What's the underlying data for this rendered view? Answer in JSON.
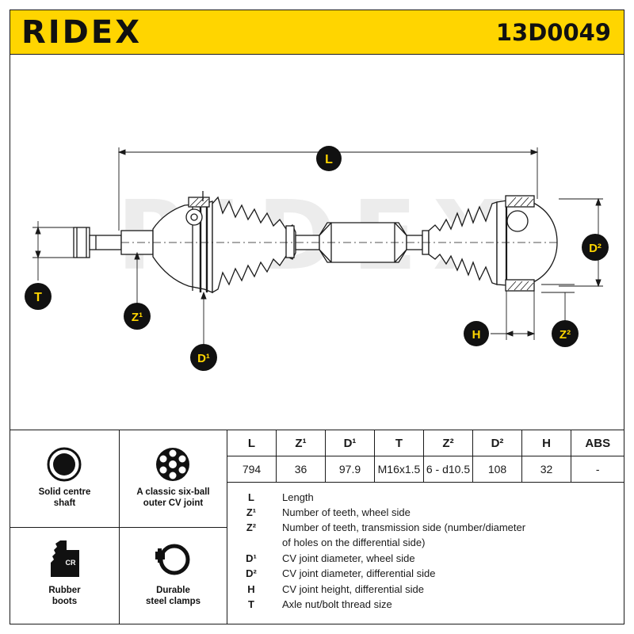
{
  "brand": {
    "logo_text": "RIDEX",
    "part_number": "13D0049",
    "accent_color": "#ffd500"
  },
  "drawing": {
    "watermark": "RIDEX",
    "labels": {
      "L": "L",
      "T": "T",
      "Z1": "Z¹",
      "D1": "D¹",
      "D2": "D²",
      "H": "H",
      "Z2": "Z²"
    }
  },
  "features": [
    {
      "icon": "solid-shaft-icon",
      "label_line1": "Solid centre",
      "label_line2": "shaft"
    },
    {
      "icon": "six-ball-joint-icon",
      "label_line1": "A classic six-ball",
      "label_line2": "outer CV joint"
    },
    {
      "icon": "rubber-boot-icon",
      "icon_text": "CR",
      "label_line1": "Rubber",
      "label_line2": "boots"
    },
    {
      "icon": "steel-clamp-icon",
      "label_line1": "Durable",
      "label_line2": "steel clamps"
    }
  ],
  "spec_table": {
    "headers": [
      "L",
      "Z¹",
      "D¹",
      "T",
      "Z²",
      "D²",
      "H",
      "ABS"
    ],
    "values": [
      "794",
      "36",
      "97.9",
      "M16x1.5",
      "6 - d10.5",
      "108",
      "32",
      "-"
    ]
  },
  "legend": [
    {
      "key": "L",
      "text": "Length"
    },
    {
      "key": "Z¹",
      "text": "Number of teeth, wheel side"
    },
    {
      "key": "Z²",
      "text": "Number of teeth, transmission side (number/diameter"
    },
    {
      "key": "",
      "text": "of holes on the differential side)"
    },
    {
      "key": "D¹",
      "text": "CV joint diameter, wheel side"
    },
    {
      "key": "D²",
      "text": "CV joint diameter, differential side"
    },
    {
      "key": "H",
      "text": "CV joint height, differential side"
    },
    {
      "key": "T",
      "text": "Axle nut/bolt thread size"
    }
  ]
}
